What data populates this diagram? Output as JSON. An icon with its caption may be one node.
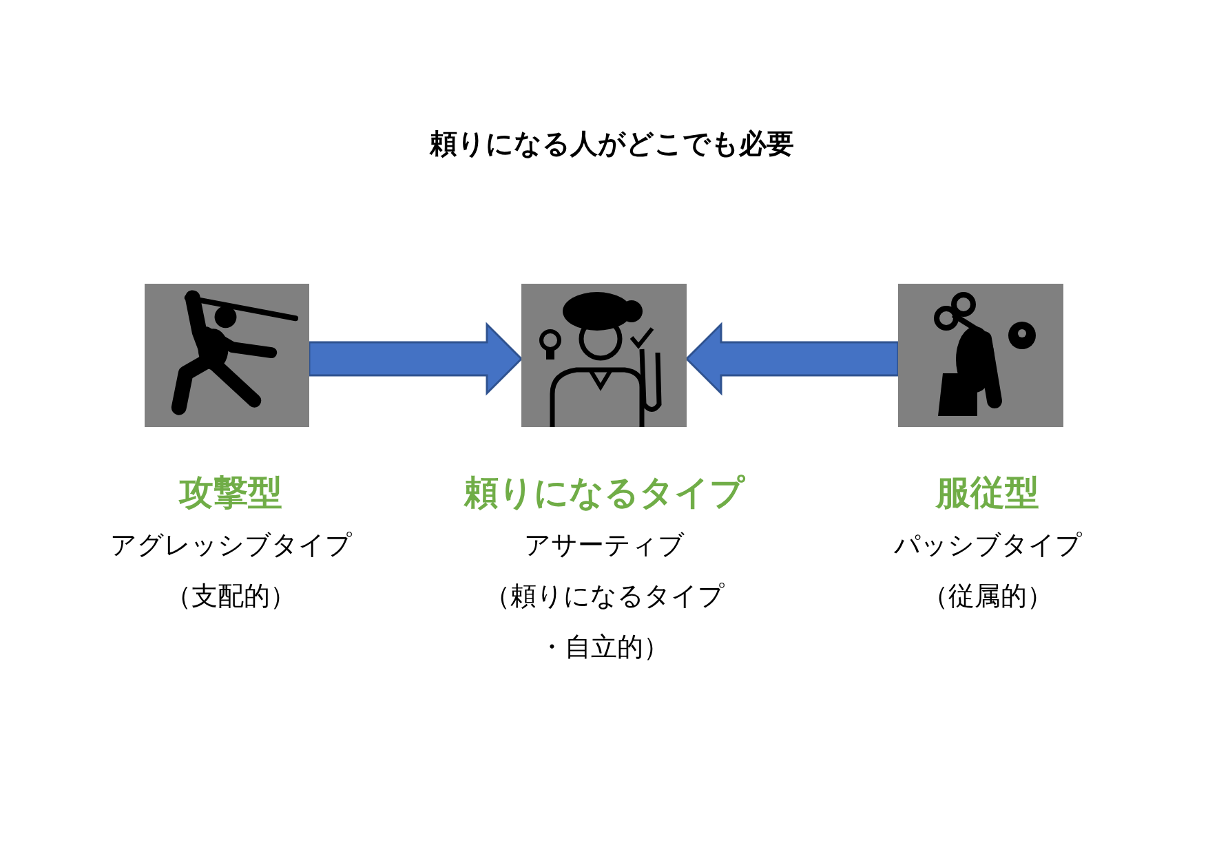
{
  "diagram": {
    "title": "頼りになる人がどこでも必要",
    "nodes": [
      {
        "text": [],
        "shape": "picture",
        "beside": [
          "攻撃型",
          "アグレッシブタイプ",
          "（支配的）"
        ]
      },
      {
        "text": [],
        "shape": "picture",
        "beside": [
          "頼りになるタイプ",
          "アサーティブ",
          "（頼りになるタイプ",
          "・自立的）"
        ]
      },
      {
        "text": [],
        "shape": "picture",
        "beside": [
          "服従型",
          "パッシブタイプ",
          "（従属的）"
        ]
      }
    ],
    "edges": [
      {
        "from": 0,
        "to": 1,
        "arrow": "to"
      },
      {
        "from": 2,
        "to": 1,
        "arrow": "to"
      }
    ]
  }
}
